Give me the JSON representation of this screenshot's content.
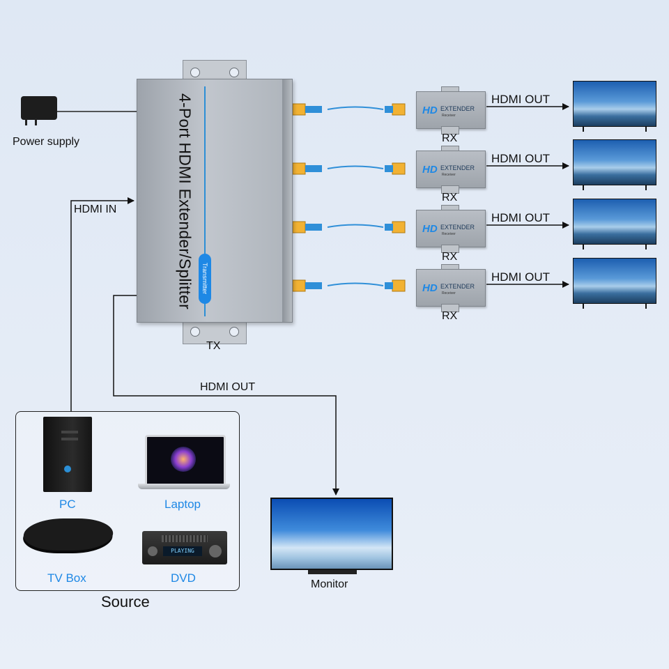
{
  "transmitter": {
    "title": "4-Port HDMI Extender/Splitter",
    "badge": "Transmitter",
    "label": "TX"
  },
  "power": {
    "label": "Power supply"
  },
  "hdmi_in": {
    "label": "HDMI IN"
  },
  "hdmi_out_local": {
    "label": "HDMI OUT"
  },
  "receivers": [
    {
      "brand": "HD",
      "name": "EXTENDER",
      "sub": "Receiver",
      "label": "RX",
      "out_label": "HDMI OUT"
    },
    {
      "brand": "HD",
      "name": "EXTENDER",
      "sub": "Receiver",
      "label": "RX",
      "out_label": "HDMI OUT"
    },
    {
      "brand": "HD",
      "name": "EXTENDER",
      "sub": "Receiver",
      "label": "RX",
      "out_label": "HDMI OUT"
    },
    {
      "brand": "HD",
      "name": "EXTENDER",
      "sub": "Receiver",
      "label": "RX",
      "out_label": "HDMI OUT"
    }
  ],
  "source": {
    "title": "Source",
    "devices": [
      {
        "label": "PC",
        "icon": "pc-tower-icon"
      },
      {
        "label": "Laptop",
        "icon": "laptop-icon"
      },
      {
        "label": "TV Box",
        "icon": "tv-box-icon"
      },
      {
        "label": "DVD",
        "icon": "dvd-player-icon",
        "display": "PLAYING"
      }
    ]
  },
  "monitor": {
    "label": "Monitor"
  },
  "colors": {
    "cable": "#2f8fd8",
    "device_label": "#1e88e5",
    "hd_logo": "#1e88e5"
  }
}
